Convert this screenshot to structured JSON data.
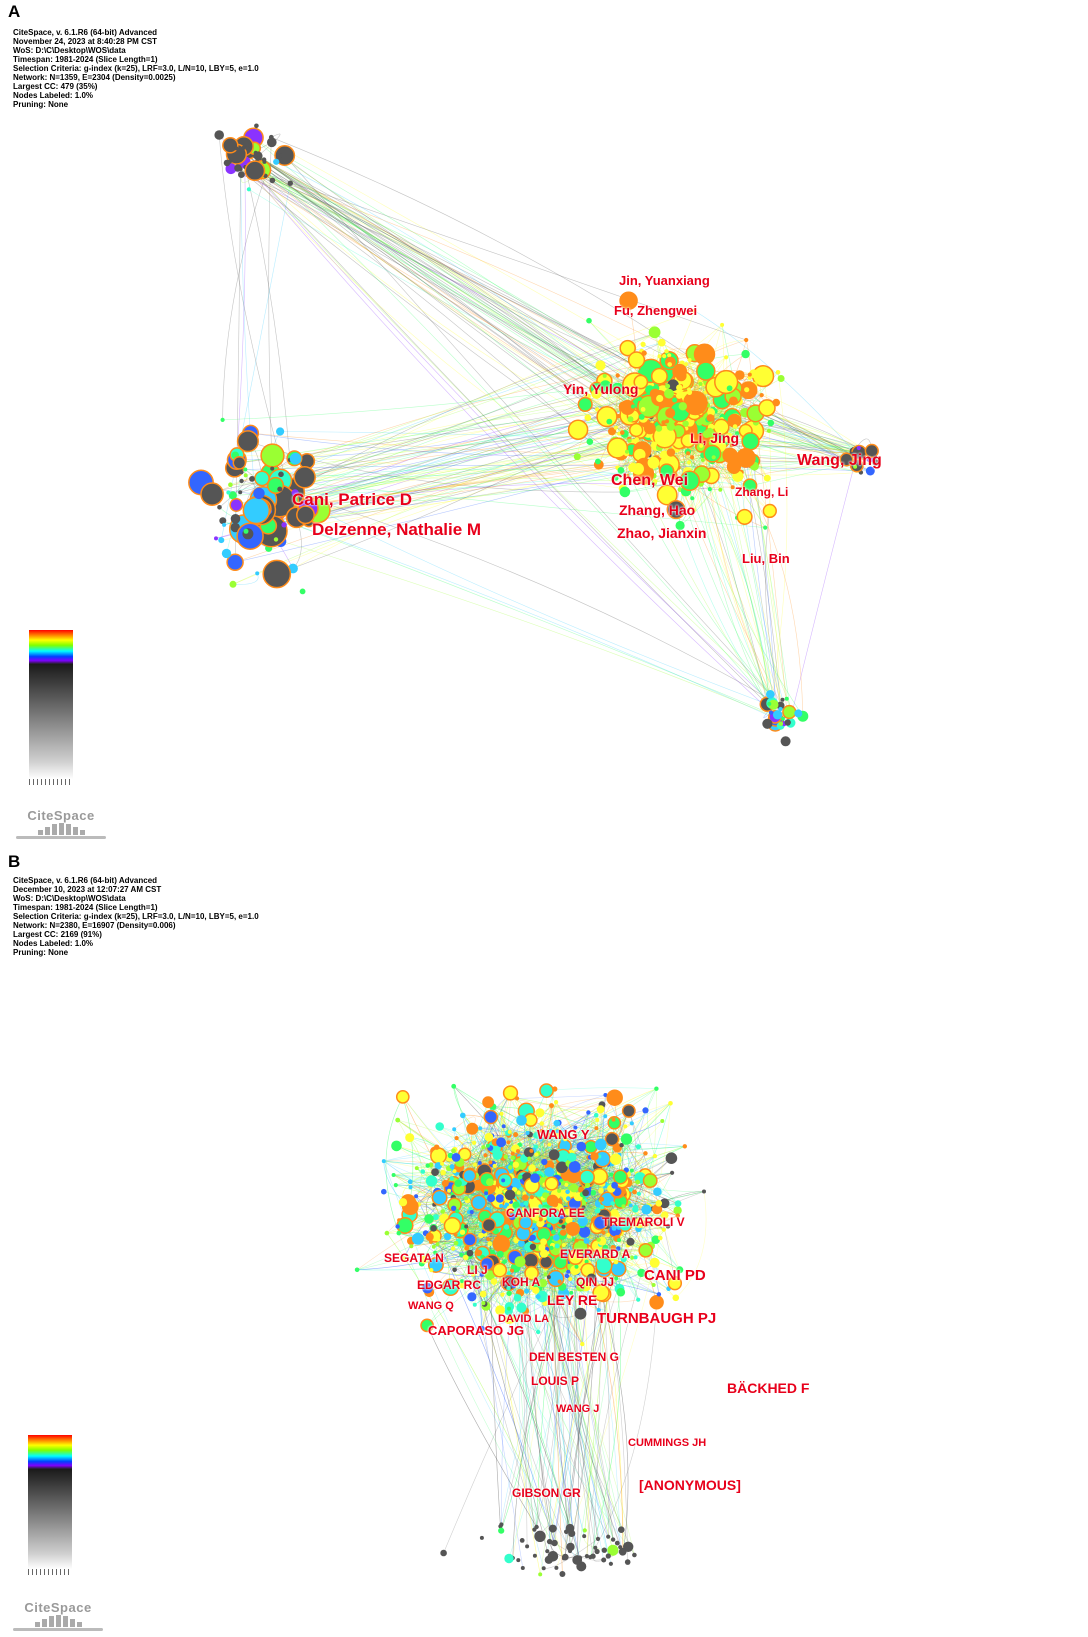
{
  "panels": [
    {
      "letter": "A",
      "meta": [
        "CiteSpace, v. 6.1.R6 (64-bit) Advanced",
        "November 24, 2023 at 8:40:28 PM CST",
        "WoS: D:\\C\\Desktop\\WOS\\data",
        "Timespan: 1981-2024 (Slice Length=1)",
        "Selection Criteria: g-index (k=25), LRF=3.0, L/N=10, LBY=5, e=1.0",
        "Network: N=1359, E=2304 (Density=0.0025)",
        "Largest CC: 479 (35%)",
        "Nodes Labeled: 1.0%",
        "Pruning: None"
      ],
      "logo_text": "CiteSpace",
      "labels": [
        {
          "text": "Jin, Yuanxiang"
        },
        {
          "text": "Fu, Zhengwei"
        },
        {
          "text": "Yin, Yulong"
        },
        {
          "text": "Li, Jing"
        },
        {
          "text": "Wang, Jing"
        },
        {
          "text": "Chen, Wei"
        },
        {
          "text": "Zhang, Li"
        },
        {
          "text": "Cani, Patrice D"
        },
        {
          "text": "Zhang, Hao"
        },
        {
          "text": "Delzenne, Nathalie M"
        },
        {
          "text": "Zhao, Jianxin"
        },
        {
          "text": "Liu, Bin"
        }
      ]
    },
    {
      "letter": "B",
      "meta": [
        "CiteSpace, v. 6.1.R6 (64-bit) Advanced",
        "December 10, 2023 at 12:07:27 AM CST",
        "WoS: D:\\C\\Desktop\\WOS\\data",
        "Timespan: 1981-2024 (Slice Length=1)",
        "Selection Criteria: g-index (k=25), LRF=3.0, L/N=10, LBY=5, e=1.0",
        "Network: N=2380, E=16907 (Density=0.006)",
        "Largest CC: 2169 (91%)",
        "Nodes Labeled: 1.0%",
        "Pruning: None"
      ],
      "logo_text": "CiteSpace",
      "labels": [
        {
          "text": "WANG Y"
        },
        {
          "text": "CANFORA EE"
        },
        {
          "text": "TREMAROLI V"
        },
        {
          "text": "SEGATA N"
        },
        {
          "text": "EVERARD A"
        },
        {
          "text": "LI J"
        },
        {
          "text": "EDGAR RC"
        },
        {
          "text": "KOH A"
        },
        {
          "text": "QIN JJ"
        },
        {
          "text": "CANI PD"
        },
        {
          "text": "WANG Q"
        },
        {
          "text": "LEY RE"
        },
        {
          "text": "DAVID LA"
        },
        {
          "text": "TURNBAUGH PJ"
        },
        {
          "text": "CAPORASO JG"
        },
        {
          "text": "DEN BESTEN G"
        },
        {
          "text": "LOUIS P"
        },
        {
          "text": "BÄCKHED F"
        },
        {
          "text": "WANG J"
        },
        {
          "text": "CUMMINGS JH"
        },
        {
          "text": "[ANONYMOUS]"
        },
        {
          "text": "GIBSON GR"
        }
      ]
    }
  ],
  "colors": {
    "label": "#e8001b",
    "palette": [
      "#ff8c1a",
      "#ffff33",
      "#9aff33",
      "#33ff66",
      "#33ffcc",
      "#33ccff",
      "#3366ff",
      "#8a33ff",
      "#555555"
    ]
  }
}
